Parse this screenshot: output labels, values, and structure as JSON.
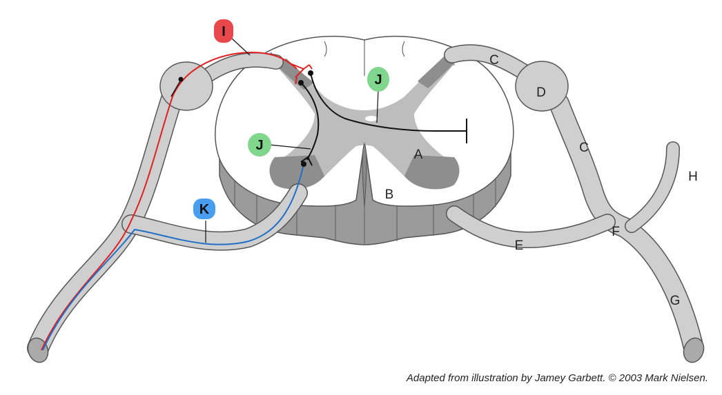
{
  "labels": {
    "A": "A",
    "B": "B",
    "C": "C",
    "D": "D",
    "E": "E",
    "F": "F",
    "G": "G",
    "H": "H"
  },
  "callouts": {
    "I": {
      "text": "I",
      "color": "#e8474c"
    },
    "J": {
      "text": "J",
      "color": "#7fd68c"
    },
    "K": {
      "text": "K",
      "color": "#4a9ef0"
    }
  },
  "colors": {
    "sensory_neuron": "#e02020",
    "motor_neuron": "#1f6fc9",
    "interneuron": "#111111",
    "white_matter": "#ffffff",
    "gray_matter": "#bdbdbd",
    "horn_dark": "#8e8e8e",
    "nerve": "#cfcfcf"
  },
  "caption": "Adapted from illustration by Jamey Garbett. © 2003 Mark Nielsen."
}
